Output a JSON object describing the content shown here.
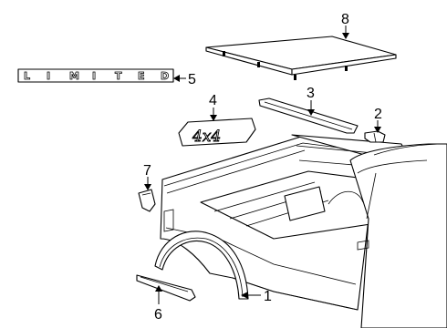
{
  "diagram": {
    "callouts": {
      "c1": "1",
      "c2": "2",
      "c3": "3",
      "c4": "4",
      "c5": "5",
      "c6": "6",
      "c7": "7",
      "c8": "8"
    },
    "badges": {
      "limited_letters": [
        "L",
        "I",
        "M",
        "I",
        "T",
        "E",
        "D"
      ],
      "emblem_text": "4x4"
    }
  }
}
